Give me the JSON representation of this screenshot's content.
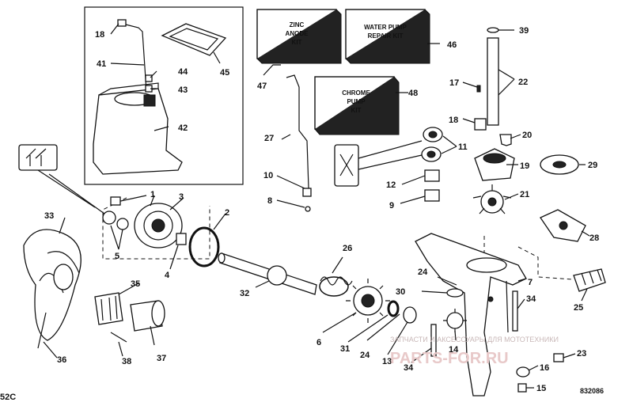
{
  "diagram": {
    "corner_code": "52C",
    "drawing_number": "832086"
  },
  "kits": {
    "zinc_anode": [
      "ZINC",
      "ANODE",
      "KIT"
    ],
    "water_pump": [
      "WATER PUMP",
      "REPAIR KIT"
    ],
    "chrome_pump": [
      "CHROME",
      "PUMP",
      "KIT"
    ]
  },
  "callouts": [
    {
      "part": "1"
    },
    {
      "part": "2"
    },
    {
      "part": "3"
    },
    {
      "part": "4"
    },
    {
      "part": "5"
    },
    {
      "part": "6"
    },
    {
      "part": "7"
    },
    {
      "part": "8"
    },
    {
      "part": "9"
    },
    {
      "part": "10"
    },
    {
      "part": "11"
    },
    {
      "part": "12"
    },
    {
      "part": "13"
    },
    {
      "part": "14"
    },
    {
      "part": "15"
    },
    {
      "part": "16"
    },
    {
      "part": "17"
    },
    {
      "part": "18"
    },
    {
      "part": "18"
    },
    {
      "part": "19"
    },
    {
      "part": "20"
    },
    {
      "part": "21"
    },
    {
      "part": "22"
    },
    {
      "part": "23"
    },
    {
      "part": "24"
    },
    {
      "part": "24"
    },
    {
      "part": "25"
    },
    {
      "part": "26"
    },
    {
      "part": "27"
    },
    {
      "part": "28"
    },
    {
      "part": "29"
    },
    {
      "part": "30"
    },
    {
      "part": "31"
    },
    {
      "part": "32"
    },
    {
      "part": "33"
    },
    {
      "part": "34"
    },
    {
      "part": "34"
    },
    {
      "part": "35"
    },
    {
      "part": "36"
    },
    {
      "part": "37"
    },
    {
      "part": "38"
    },
    {
      "part": "39"
    },
    {
      "part": "41"
    },
    {
      "part": "42"
    },
    {
      "part": "43"
    },
    {
      "part": "44"
    },
    {
      "part": "45"
    },
    {
      "part": "46"
    },
    {
      "part": "47"
    },
    {
      "part": "48"
    }
  ],
  "watermark": {
    "line1": "ЗАПЧАСТИ И АКСЕССУАРЫ ДЛЯ МОТОТЕХНИКИ",
    "line2": "PARTS-FOR.RU"
  }
}
